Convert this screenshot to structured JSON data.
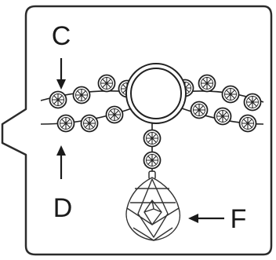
{
  "callouts": {
    "c": "C",
    "d": "D",
    "f": "F"
  },
  "colors": {
    "frame_stroke": "#2b2b2b",
    "bead_fill": "#ffffff",
    "bead_stroke": "#222222",
    "ring_stroke": "#222222",
    "crystal_stroke": "#333333",
    "arrow": "#1a1a1a"
  },
  "icons": {
    "bead": "octagon-faceted-bead-icon",
    "ring": "metal-ring-icon",
    "pendant": "baroque-crystal-pendant-icon",
    "arrow": "arrow-icon"
  }
}
